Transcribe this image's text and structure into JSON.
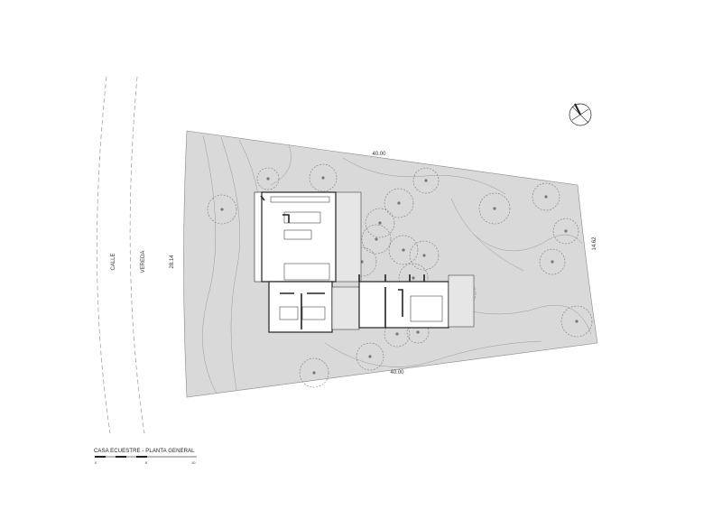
{
  "drawing": {
    "title": "CASA ECUESTRE - PLANTA GENERAL",
    "street_label": "CALLE",
    "sidewalk_label": "VEREDA",
    "dimensions": {
      "top": "40.00",
      "bottom": "40.00",
      "left": "28.14",
      "right": "14.62"
    },
    "scale_bar": {
      "labels": [
        "0",
        "5",
        "10"
      ]
    },
    "north_arrow": "north-arrow-icon",
    "colors": {
      "site": "#d9d9d9",
      "lines": "#222222",
      "contours": "#9a9a9a",
      "trees": "#7a7a7a"
    }
  }
}
